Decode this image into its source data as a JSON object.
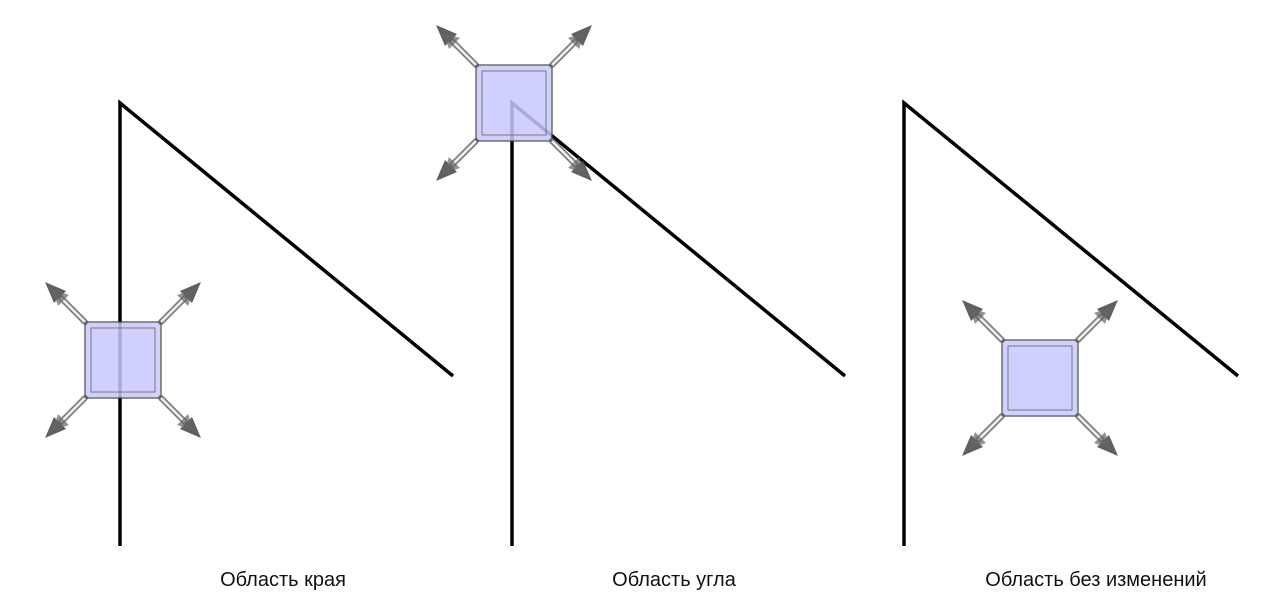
{
  "panels": [
    {
      "id": "edge",
      "caption": "Область края"
    },
    {
      "id": "corner",
      "caption": "Область угла"
    },
    {
      "id": "flat",
      "caption": "Область без изменений"
    }
  ],
  "colors": {
    "line": "#000000",
    "window_fill": "#c8c8ff",
    "window_stroke": "#555555",
    "arrow": "#555555"
  },
  "icons": {
    "window": "square-window-icon",
    "shift": "diagonal-arrow-icon"
  }
}
